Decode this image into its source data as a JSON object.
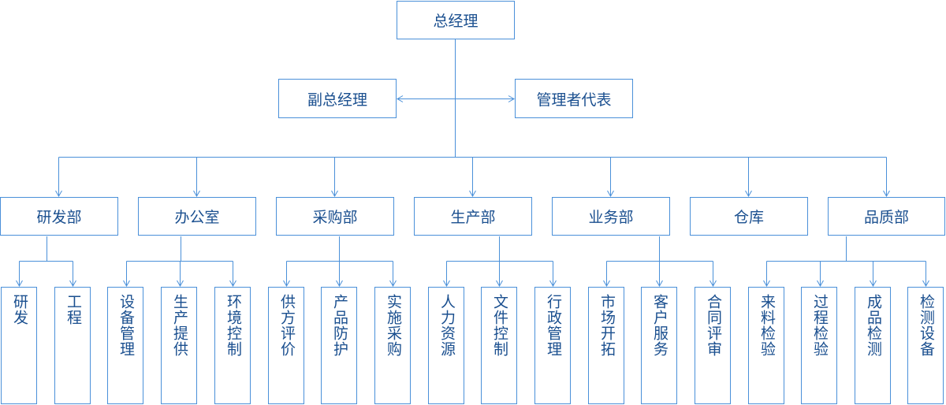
{
  "colors": {
    "line": "#4a90d9",
    "text": "#1a4f8f"
  },
  "top": {
    "general_manager": "总经理"
  },
  "middle": {
    "deputy_gm": "副总经理",
    "mgmt_rep": "管理者代表"
  },
  "departments": [
    {
      "label": "研发部",
      "units": [
        "研发",
        "工程"
      ]
    },
    {
      "label": "办公室",
      "units": [
        "设备管理",
        "生产提供",
        "环境控制"
      ]
    },
    {
      "label": "采购部",
      "units": [
        "供方评价",
        "产品防护",
        "实施采购"
      ]
    },
    {
      "label": "生产部",
      "units": [
        "人力资源",
        "文件控制",
        "行政管理"
      ]
    },
    {
      "label": "业务部",
      "units": [
        "市场开拓",
        "客户服务",
        "合同评审"
      ]
    },
    {
      "label": "仓库",
      "units": []
    },
    {
      "label": "品质部",
      "units": [
        "来料检验",
        "过程检验",
        "成品检测",
        "检测设备"
      ]
    }
  ]
}
